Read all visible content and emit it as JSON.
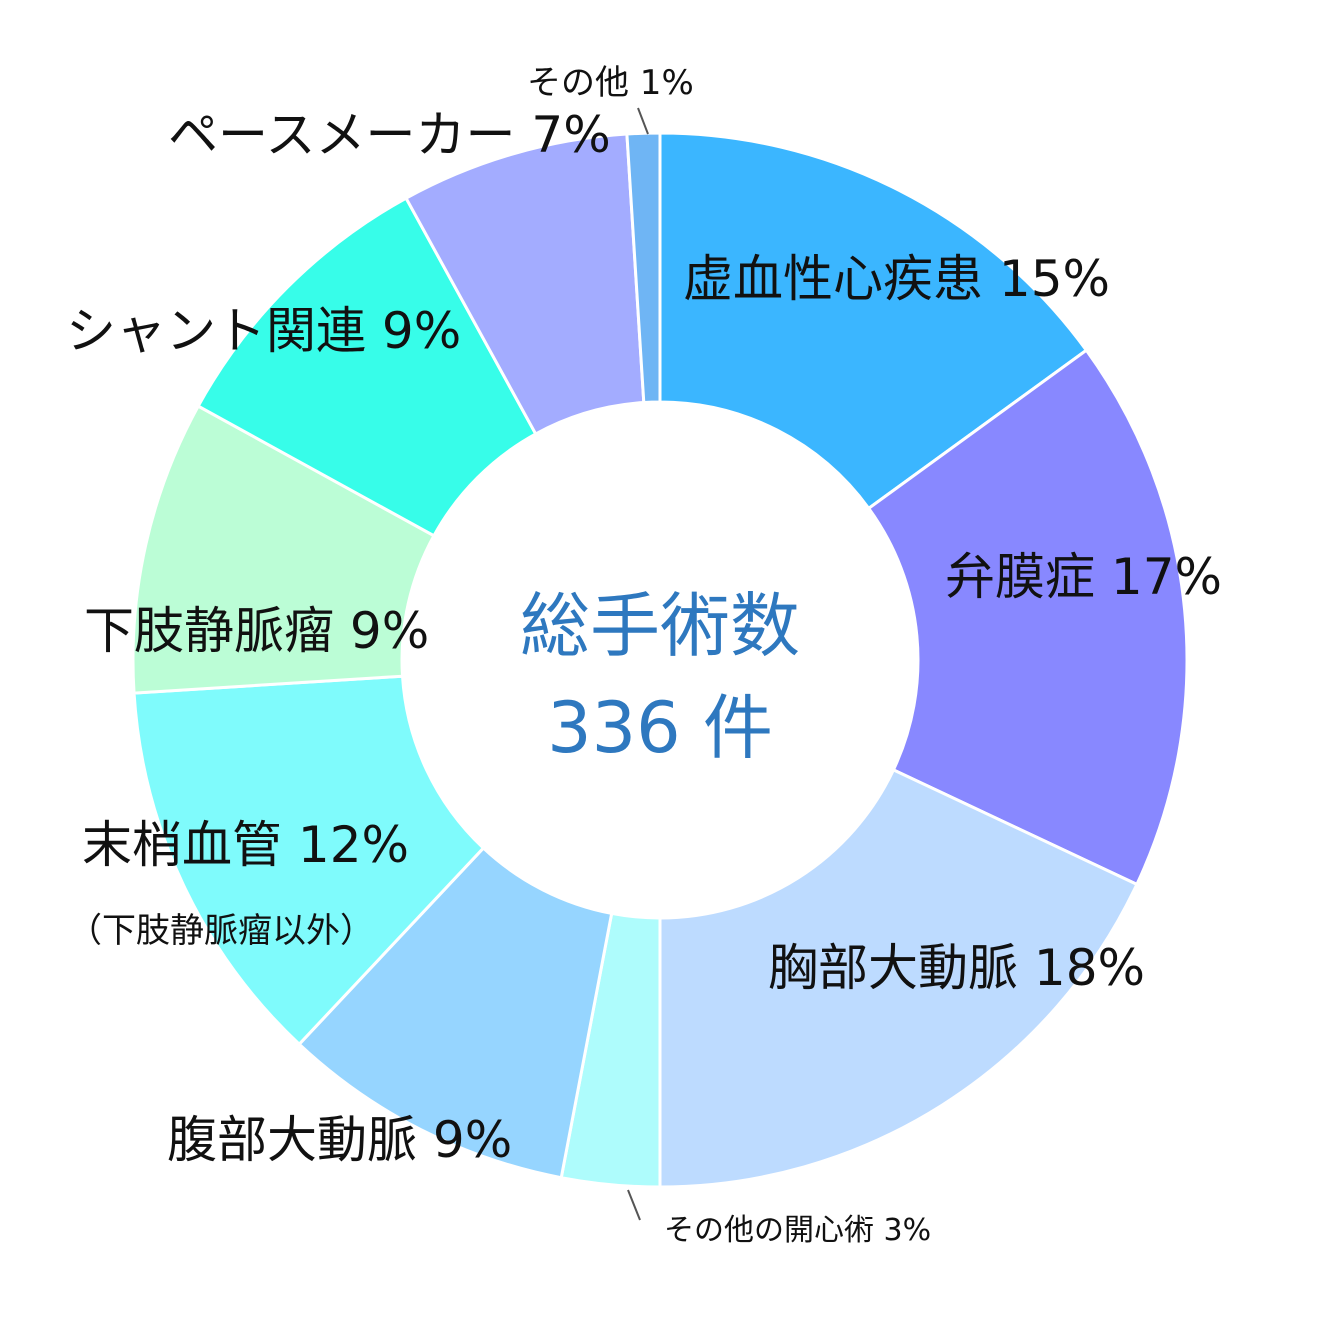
{
  "chart_data": {
    "type": "pie",
    "center": {
      "line1": "総手術数",
      "line2": "336 件"
    },
    "slices": [
      {
        "label": "虚血性心疾患 15%",
        "value": 15,
        "color": "#3bb6ff"
      },
      {
        "label": "弁膜症 17%",
        "value": 17,
        "color": "#8888ff"
      },
      {
        "label": "胸部大動脈 18%",
        "value": 18,
        "color": "#bddbff"
      },
      {
        "label": "その他の開心術 3%",
        "value": 3,
        "color": "#aefcfc"
      },
      {
        "label": "腹部大動脈 9%",
        "value": 9,
        "color": "#96d5ff"
      },
      {
        "label": "末梢血管 12%",
        "sublabel": "（下肢静脈瘤以外）",
        "value": 12,
        "color": "#7ffbfc"
      },
      {
        "label": "下肢静脈瘤 9%",
        "value": 9,
        "color": "#bbfdd6"
      },
      {
        "label": "シャント関連 9%",
        "value": 9,
        "color": "#37fde9"
      },
      {
        "label": "ペースメーカー 7%",
        "value": 7,
        "color": "#a3acff"
      },
      {
        "label": "その他 1%",
        "value": 1,
        "color": "#6fb5f4"
      }
    ]
  }
}
